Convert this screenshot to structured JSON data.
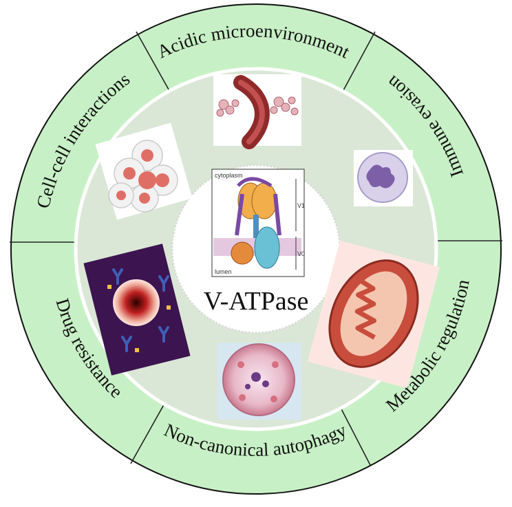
{
  "diagram": {
    "center": {
      "title": "V-ATPase",
      "schematic_labels": {
        "top": "cytoplasm",
        "bottom": "lumen",
        "v1": "V1",
        "v0": "V0"
      }
    },
    "segments": [
      {
        "label": "Acidic microenvironment",
        "image": "blood-vessel-icon"
      },
      {
        "label": "Immune evasion",
        "image": "immune-cell-icon"
      },
      {
        "label": "Metabolic regulation",
        "image": "mitochondrion-icon"
      },
      {
        "label": "Non-canonical autophagy",
        "image": "autophagosome-icon"
      },
      {
        "label": "Drug resistance",
        "image": "antibody-cell-icon"
      },
      {
        "label": "Cell-cell interactions",
        "image": "cell-cluster-icon"
      }
    ],
    "colors": {
      "outer_ring": "#c8f0c6",
      "inner_disk": "#dbe7d6",
      "divider": "#222222",
      "outline": "#111111"
    }
  }
}
